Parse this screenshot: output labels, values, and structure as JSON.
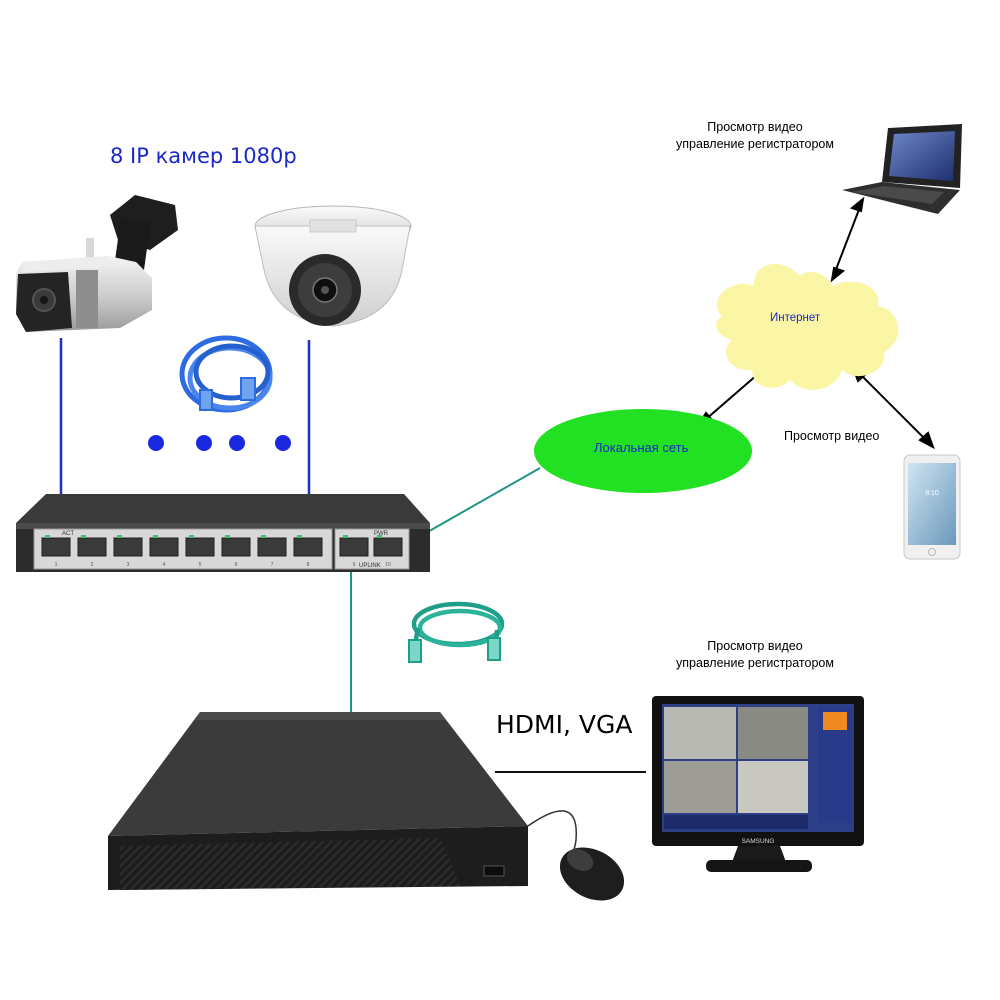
{
  "title": "8 IP камер 1080p",
  "hdmi_label": "HDMI, VGA",
  "internet_label": "Интернет",
  "lan_label": "Локальная сеть",
  "laptop_caption": {
    "line1": "Просмотр видео",
    "line2": "управление регистратором"
  },
  "monitor_caption": {
    "line1": "Просмотр видео",
    "line2": "управление регистратором"
  },
  "phone_caption": "Просмотр видео",
  "switch": {
    "labels": {
      "act": "ACT",
      "uplink": "UPLINK",
      "pwr": "PWR"
    },
    "port_numbers": [
      "1",
      "2",
      "3",
      "4",
      "5",
      "6",
      "7",
      "8",
      "9",
      "10"
    ]
  },
  "monitor_brand": "SAMSUNG",
  "phone_time": "8:10",
  "colors": {
    "camera_link": "#1f2fc0",
    "network_link": "#1e9484",
    "lan": "#22e022",
    "internet": "#fbf6a6",
    "title": "#1a28c8"
  },
  "icons": [
    "bullet-camera-icon",
    "dome-camera-icon",
    "blue-cable-icon",
    "green-cable-icon",
    "poe-switch-icon",
    "nvr-recorder-icon",
    "mouse-icon",
    "monitor-icon",
    "laptop-icon",
    "smartphone-icon",
    "cloud-icon"
  ]
}
